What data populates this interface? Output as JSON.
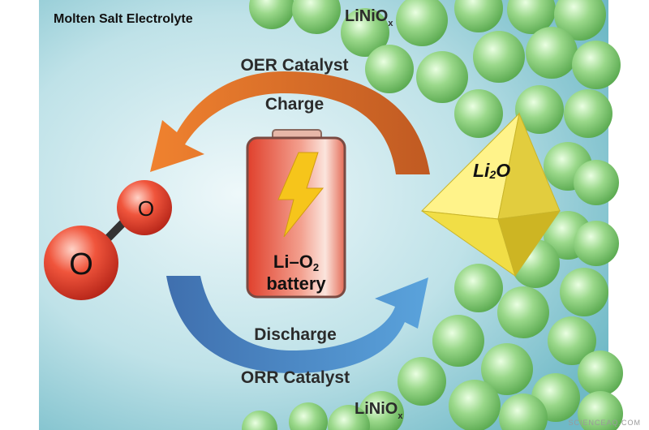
{
  "labels": {
    "electrolyte": "Molten Salt Electrolyte",
    "linio_top": "LiNiO",
    "linio_top_sub": "x",
    "linio_bottom": "LiNiO",
    "linio_bottom_sub": "x",
    "oer": "OER Catalyst",
    "charge": "Charge",
    "discharge": "Discharge",
    "orr": "ORR Catalyst",
    "battery_line1_a": "Li",
    "battery_line1_dash": "–",
    "battery_line1_b": "O",
    "battery_line1_sub": "2",
    "battery_line2": "battery",
    "li2o_a": "Li",
    "li2o_sub": "2",
    "li2o_b": "O",
    "oxygen_small": "O",
    "oxygen_large": "O",
    "watermark": "SCIENCEAQ.COM"
  },
  "colors": {
    "background": "#cfe9ee",
    "sphere_green": "#8fd27e",
    "charge_arrow": "#e0742c",
    "discharge_arrow": "#4a86c4",
    "battery": "#e85a45",
    "bolt": "#f6c51b",
    "octahedron": "#f0e05a",
    "oxygen_atom": "#e8432f"
  },
  "icons": {
    "battery": "battery-icon",
    "lightning": "lightning-bolt-icon",
    "oxygen_molecule": "oxygen-molecule-icon",
    "octahedron": "li2o-octahedron-icon",
    "spheres": "linio-sphere-cluster"
  }
}
